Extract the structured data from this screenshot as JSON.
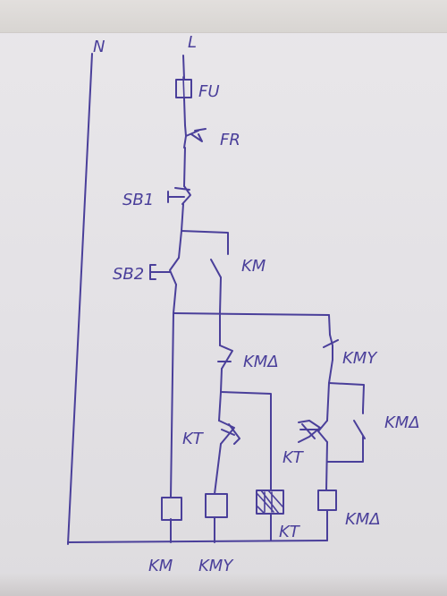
{
  "labels": {
    "n": "N",
    "l": "L",
    "fu": "FU",
    "fr": "FR",
    "sb1": "SB1",
    "sb2": "SB2",
    "km_contact": "KM",
    "kmd_contact1": "KMΔ",
    "kmy_contact": "KMY",
    "kt_nc": "KT",
    "kt_no": "KT",
    "kmd_contact2": "KMΔ",
    "kt_coil": "KT",
    "kmd_coil": "KMΔ",
    "km_coil": "KM",
    "kmy_coil": "KMY"
  },
  "colors": {
    "ink": "#4a3f9a",
    "paper": "#e6e4e7"
  }
}
